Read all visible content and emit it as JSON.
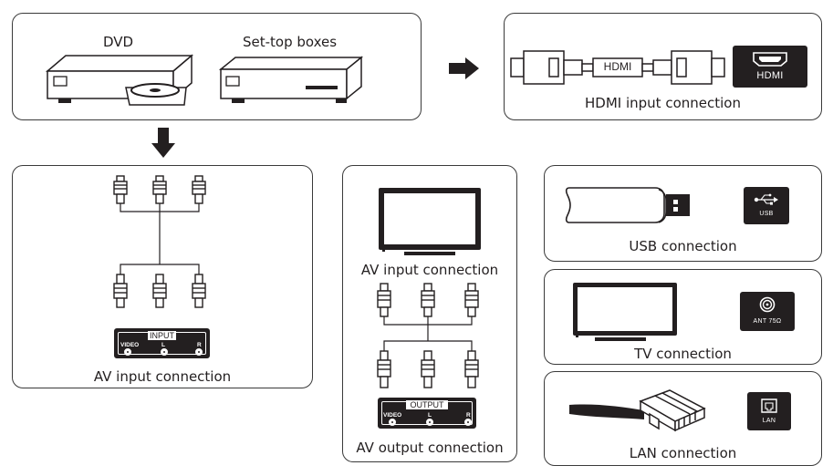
{
  "devices": {
    "dvd": "DVD",
    "stb": "Set-top boxes"
  },
  "hdmi": {
    "cable_label": "HDMI",
    "port_label": "HDMI",
    "caption": "HDMI input connection"
  },
  "av_in_left": {
    "panel_title": "INPUT",
    "jack_labels": [
      "VIDEO",
      "L",
      "R"
    ],
    "caption": "AV input connection"
  },
  "av_middle": {
    "top_caption": "AV input connection",
    "panel_title": "OUTPUT",
    "jack_labels": [
      "VIDEO",
      "L",
      "R"
    ],
    "caption": "AV output connection"
  },
  "usb": {
    "port_label": "USB",
    "caption": "USB connection"
  },
  "tv": {
    "port_label": "ANT 75Ω",
    "caption": "TV connection"
  },
  "lan": {
    "port_label": "LAN",
    "caption": "LAN connection"
  },
  "arrows": [
    "arrow-right",
    "arrow-down"
  ],
  "colors": {
    "line": "#231f20",
    "panel_border": "#3a3a3a",
    "background": "#ffffff"
  }
}
